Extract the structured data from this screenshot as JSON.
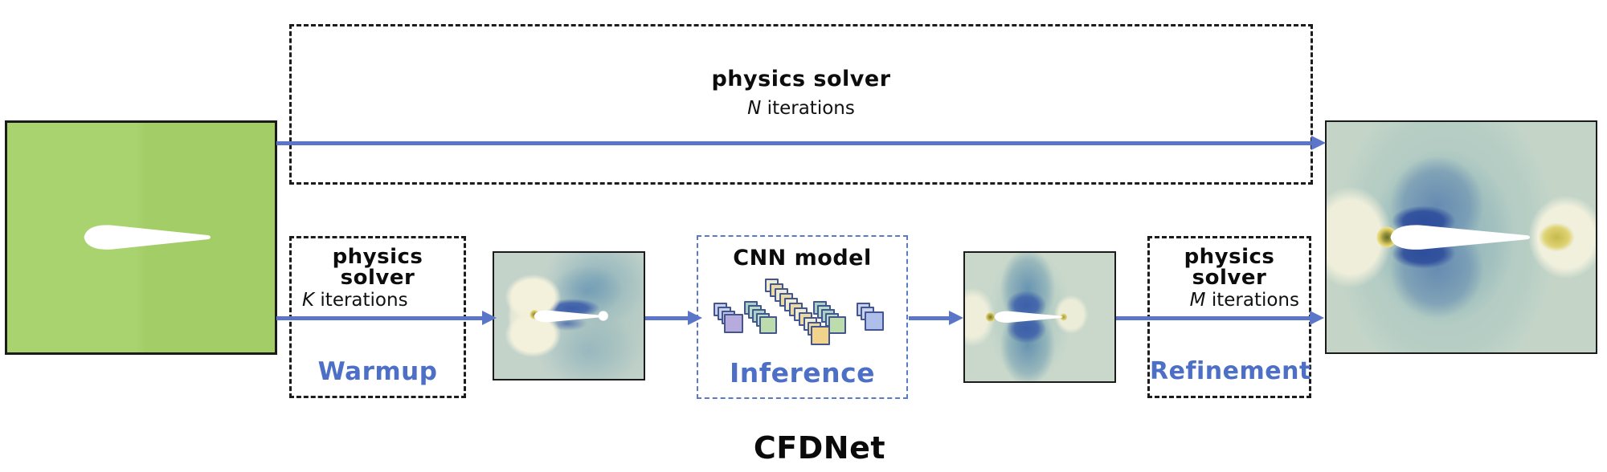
{
  "title": "CFDNet",
  "top_box": {
    "title": "physics solver",
    "iterations_var": "N",
    "iterations_text": " iterations"
  },
  "warmup_box": {
    "title": "physics solver",
    "iterations_var": "K",
    "iterations_text": " iterations",
    "label": "Warmup"
  },
  "cnn_box": {
    "title": "CNN model",
    "label": "Inference"
  },
  "refinement_box": {
    "title": "physics solver",
    "iterations_var": "M",
    "iterations_text": " iterations",
    "label": "Refinement"
  },
  "icons": {
    "input_image": "airfoil-initial-field",
    "warmup_output_image": "airfoil-coarse-flow-field",
    "cnn_output_image": "airfoil-predicted-flow-field",
    "final_output_image": "airfoil-refined-flow-field",
    "cnn_icon": "cnn-layer-stack"
  },
  "colors": {
    "input_green": "#a6d169",
    "arrow_blue": "#5b76c9",
    "label_blue": "#4d6fc6",
    "dashed_border": "#1c1c1c",
    "cnn_dashed_border": "#5b79c9",
    "field_background": "#c4d5c8",
    "field_dark_blue": "#2e4d9c",
    "field_teal": "#6e9bb2",
    "field_cream": "#efeeda",
    "field_yellow": "#d6c75f",
    "field_olive": "#5f6e28"
  }
}
